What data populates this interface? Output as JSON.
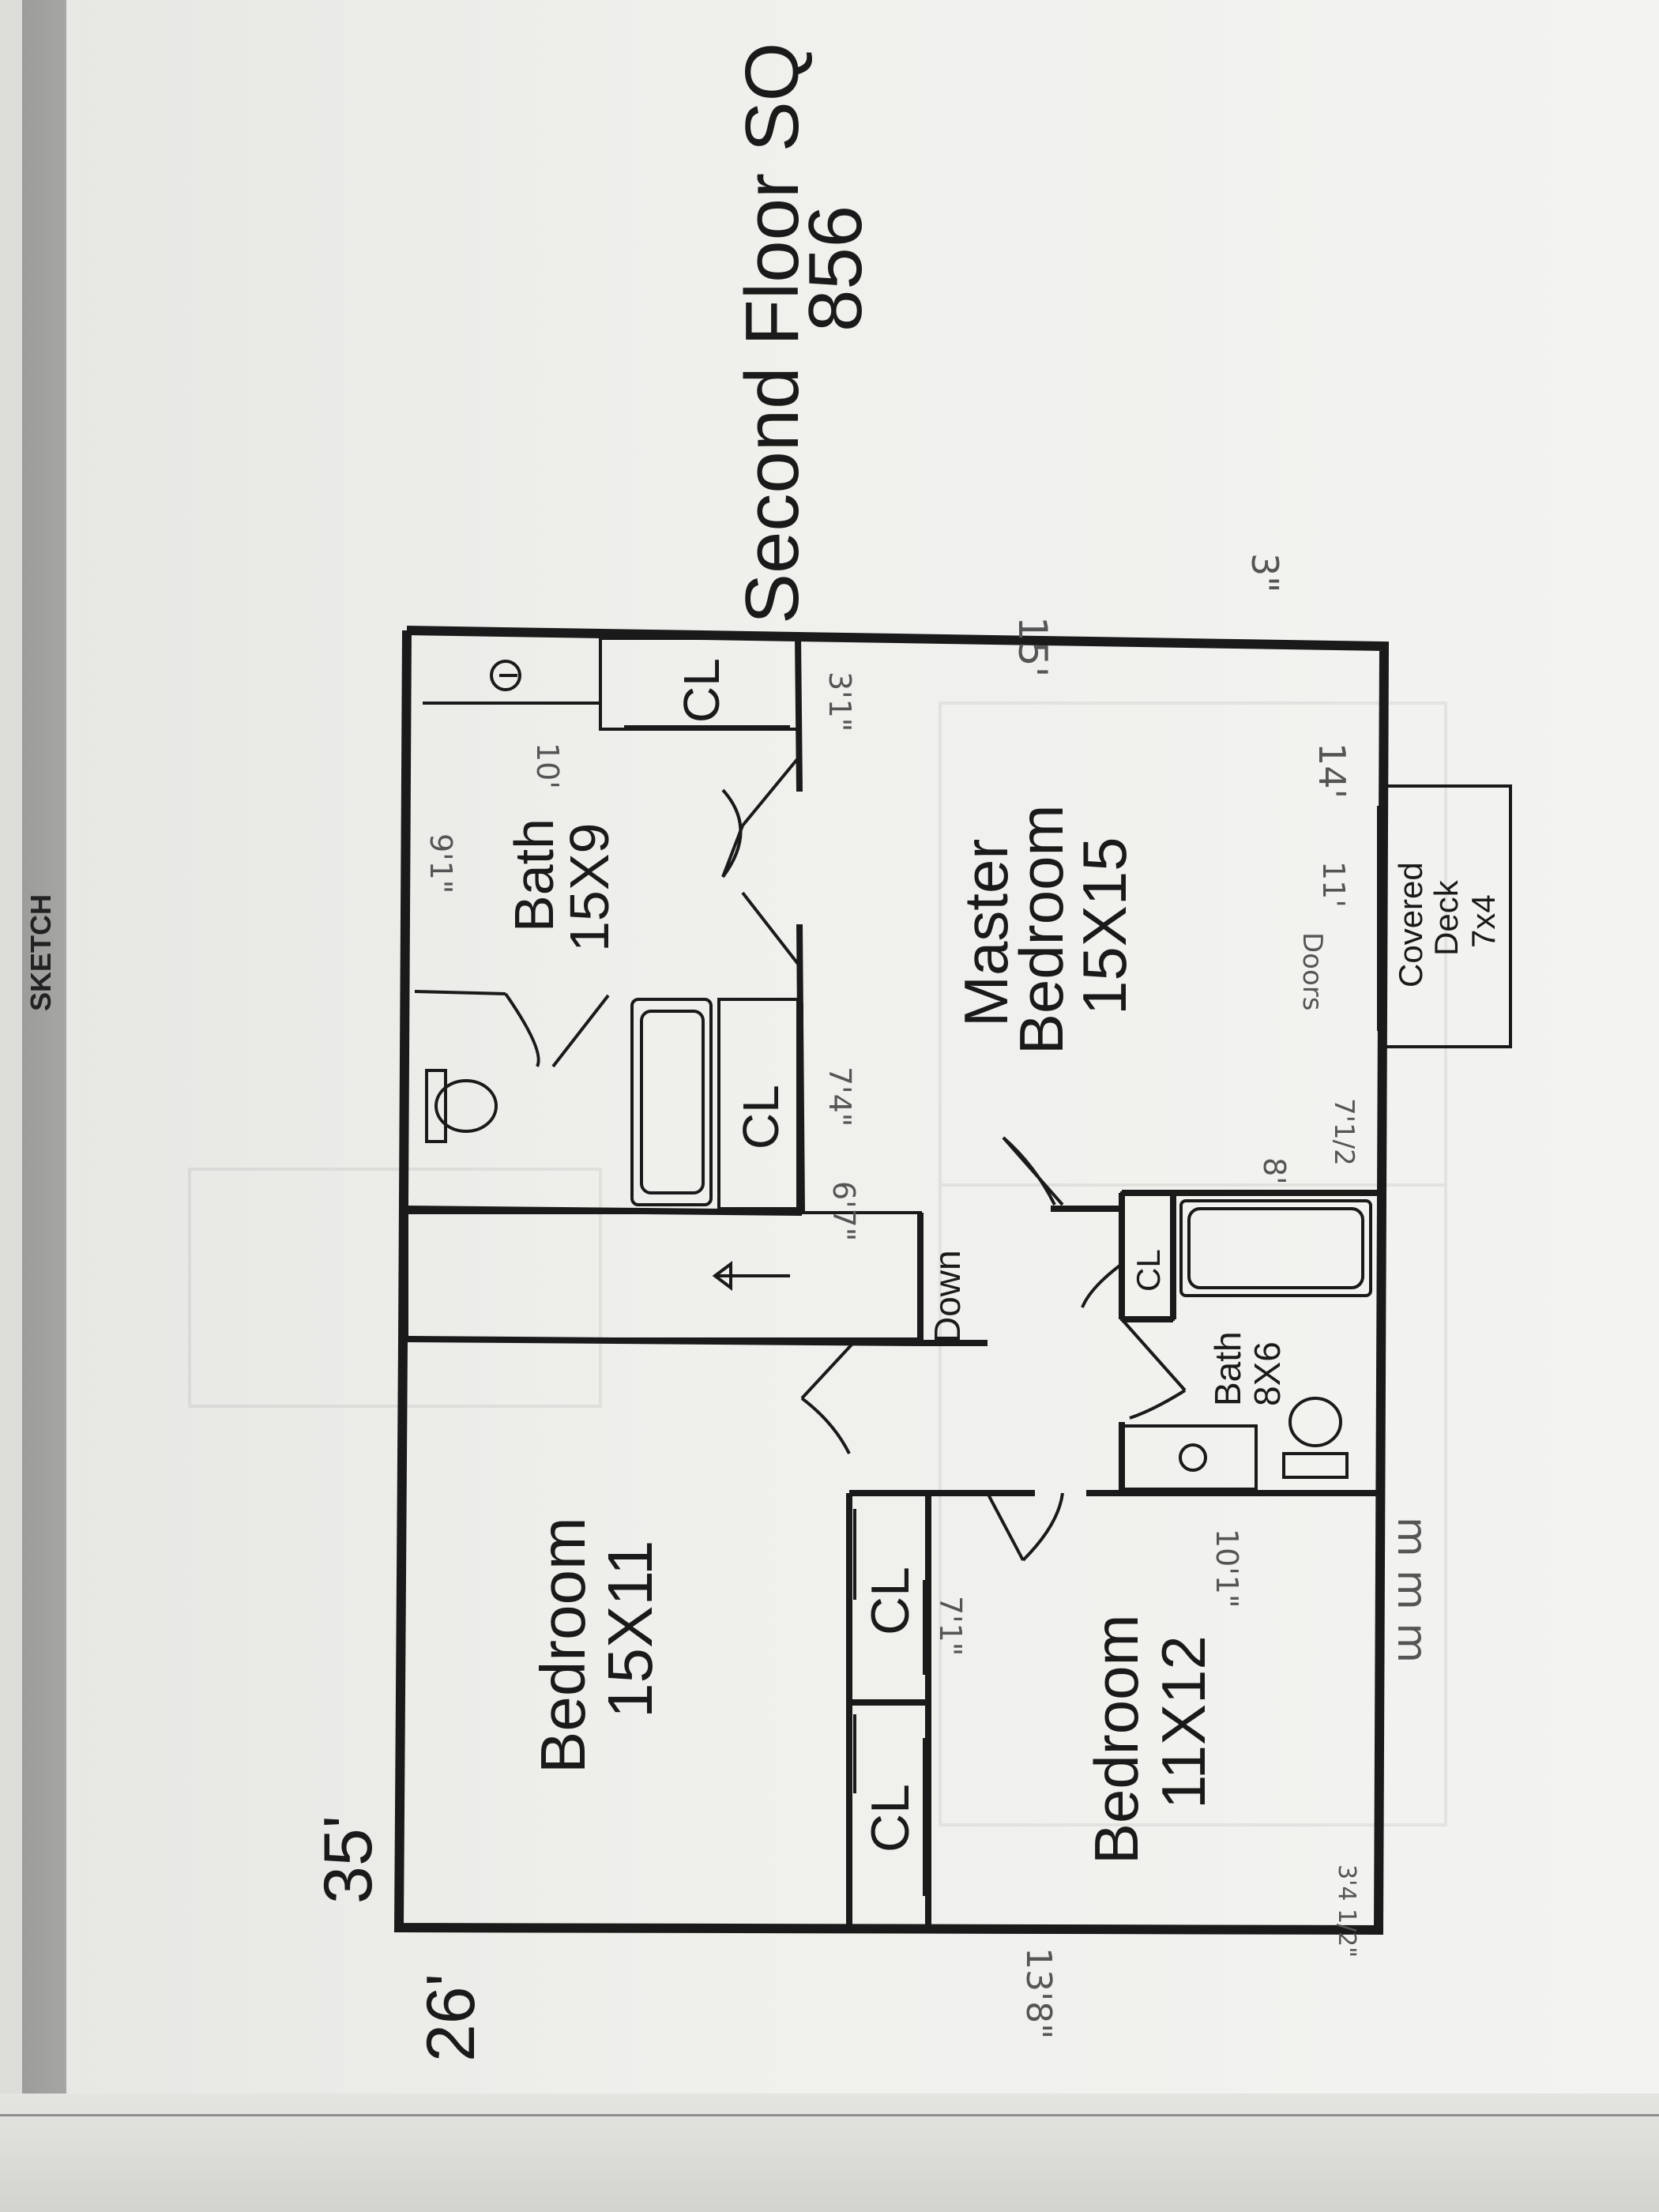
{
  "sketch_label": "SKETCH",
  "title": {
    "line1": "Second Floor SQ",
    "line2": "856"
  },
  "dimensions": {
    "width": "35'",
    "depth": "26'"
  },
  "rooms": {
    "bath_main": {
      "name": "Bath",
      "size": "15X9"
    },
    "master": {
      "line1": "Master",
      "line2": "Bedroom",
      "size": "15X15"
    },
    "bedroom_large": {
      "name": "Bedroom",
      "size": "15X11"
    },
    "bedroom_small": {
      "name": "Bedroom",
      "size": "11X12"
    },
    "bath_small": {
      "name": "Bath",
      "size": "8X6"
    },
    "deck": {
      "line1": "Covered",
      "line2": "Deck",
      "line3": "7x4"
    }
  },
  "closet_label": "CL",
  "stair_label": "Down",
  "handwritten": {
    "master_top": "15'",
    "master_right": "14'",
    "right_edge": "3\"",
    "bath_width": "10'",
    "bath_depth": "9'1\"",
    "closet_a": "3'1\"",
    "closet_b": "7'4\"",
    "hall": "6'7\"",
    "doors": "Doors",
    "doors_width": "11'",
    "bath_small_depth": "8'",
    "master_lower": "7'1/2",
    "bedroom_small_width": "10'1\"",
    "closet_c": "7'1\"",
    "corner": "3'4 1/2\"",
    "bottom": "13'8\"",
    "marks": "m m m"
  }
}
